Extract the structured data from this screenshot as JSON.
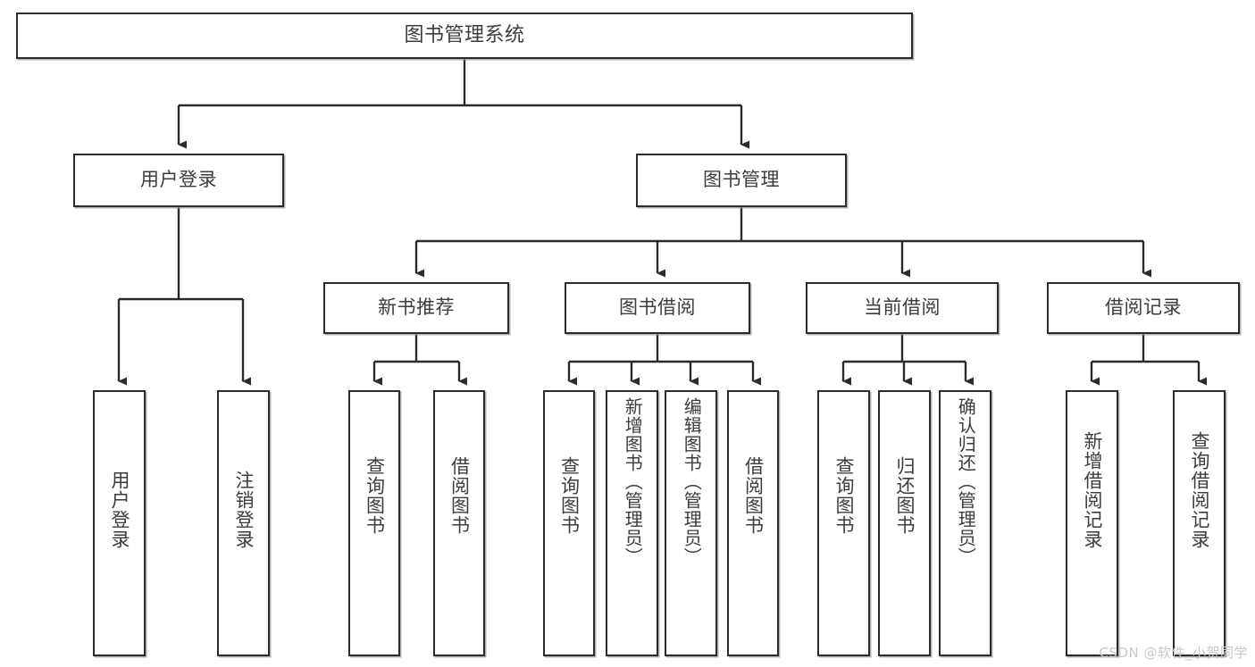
{
  "diagram": {
    "title": "图书管理系统",
    "type": "tree-hierarchy-chart",
    "colors": {
      "box_border": "#2b2b2b",
      "box_fill": "#ffffff",
      "text": "#3c3c3c",
      "connector": "#2b2b2b",
      "watermark": "#c9c9c9",
      "background": "#ffffff"
    },
    "root": {
      "label": "图书管理系统"
    },
    "level1": [
      {
        "label": "用户登录"
      },
      {
        "label": "图书管理"
      }
    ],
    "level2": [
      {
        "label": "新书推荐"
      },
      {
        "label": "图书借阅"
      },
      {
        "label": "当前借阅"
      },
      {
        "label": "借阅记录"
      }
    ],
    "leaves": {
      "user_login": [
        {
          "label": "用户登录"
        },
        {
          "label": "注销登录"
        }
      ],
      "new_book_recommend": [
        {
          "label": "查询图书"
        },
        {
          "label": "借阅图书"
        }
      ],
      "book_borrow": [
        {
          "label": "查询图书"
        },
        {
          "label": "新增图书（管理员）"
        },
        {
          "label": "编辑图书（管理员）"
        },
        {
          "label": "借阅图书"
        }
      ],
      "current_borrow": [
        {
          "label": "查询图书"
        },
        {
          "label": "归还图书"
        },
        {
          "label": "确认归还（管理员）"
        }
      ],
      "borrow_record": [
        {
          "label": "新增借阅记录"
        },
        {
          "label": "查询借阅记录"
        }
      ]
    }
  },
  "watermark": {
    "text": "CSDN @软件_小贺同学"
  }
}
